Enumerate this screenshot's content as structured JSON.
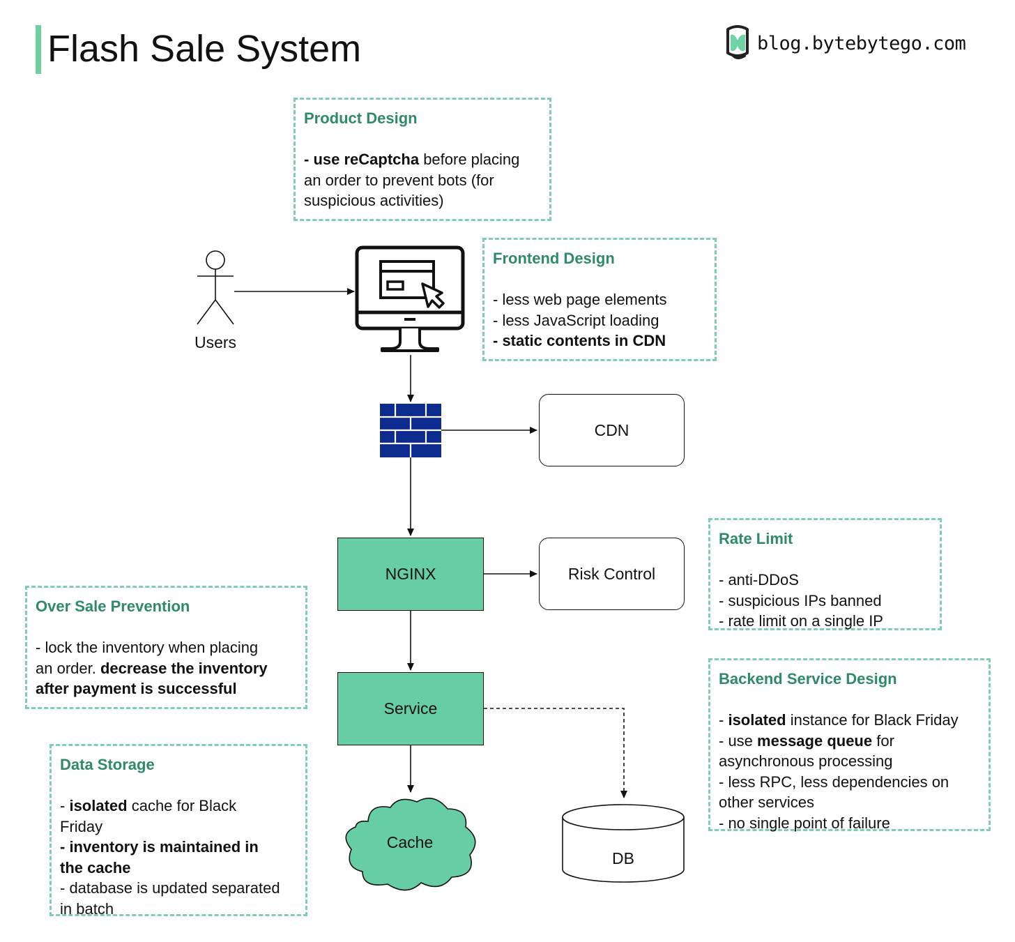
{
  "title": "Flash Sale System",
  "brand": {
    "text": "blog.bytebytego.com",
    "logo_icon": "bytebytego-logo-icon"
  },
  "nodes": {
    "users": "Users",
    "cdn": "CDN",
    "nginx": "NGINX",
    "risk_control": "Risk Control",
    "service": "Service",
    "cache": "Cache",
    "db": "DB"
  },
  "icons": {
    "user": "user-stick-figure-icon",
    "web_page": "monitor-web-page-icon",
    "firewall": "firewall-brick-wall-icon"
  },
  "colors": {
    "accent_green": "#66cda4",
    "note_title_green": "#2e8b66",
    "dashed_border": "#7fcfae",
    "firewall_blue": "#0d2a8f"
  },
  "notes": {
    "product_design": {
      "title": "Product Design",
      "lines": [
        [
          {
            "b": "- "
          },
          {
            "b": "use reCaptcha"
          },
          {
            "t": " before placing"
          }
        ],
        [
          {
            "t": "an order to prevent bots (for"
          }
        ],
        [
          {
            "t": "suspicious activities)"
          }
        ]
      ]
    },
    "frontend_design": {
      "title": "Frontend Design",
      "lines": [
        [
          {
            "t": "- less web page elements"
          }
        ],
        [
          {
            "t": "- less JavaScript loading"
          }
        ],
        [
          {
            "b": "- static contents in CDN"
          }
        ]
      ]
    },
    "rate_limit": {
      "title": "Rate Limit",
      "lines": [
        [
          {
            "t": "- anti-DDoS"
          }
        ],
        [
          {
            "t": "- suspicious IPs banned"
          }
        ],
        [
          {
            "t": "- rate limit on a single IP"
          }
        ]
      ]
    },
    "over_sale_prevention": {
      "title": "Over Sale Prevention",
      "lines": [
        [
          {
            "t": "- lock the inventory when placing"
          }
        ],
        [
          {
            "t": "an order. "
          },
          {
            "b": "decrease the inventory"
          }
        ],
        [
          {
            "b": "after payment is successful"
          }
        ]
      ]
    },
    "backend_service_design": {
      "title": "Backend Service Design",
      "lines": [
        [
          {
            "t": "- "
          },
          {
            "b": "isolated"
          },
          {
            "t": " instance for Black Friday"
          }
        ],
        [
          {
            "t": "- use "
          },
          {
            "b": "message queue"
          },
          {
            "t": " for"
          }
        ],
        [
          {
            "t": "asynchronous processing"
          }
        ],
        [
          {
            "t": "- less RPC, less dependencies on"
          }
        ],
        [
          {
            "t": "other services"
          }
        ],
        [
          {
            "t": "- no single point of failure"
          }
        ]
      ]
    },
    "data_storage": {
      "title": "Data Storage",
      "lines": [
        [
          {
            "t": "- "
          },
          {
            "b": "isolated"
          },
          {
            "t": " cache for Black"
          }
        ],
        [
          {
            "t": "Friday"
          }
        ],
        [
          {
            "b": "- inventory is maintained in"
          }
        ],
        [
          {
            "b": "the cache"
          }
        ],
        [
          {
            "t": "- database is updated separated"
          }
        ],
        [
          {
            "t": "in batch"
          }
        ]
      ]
    }
  }
}
